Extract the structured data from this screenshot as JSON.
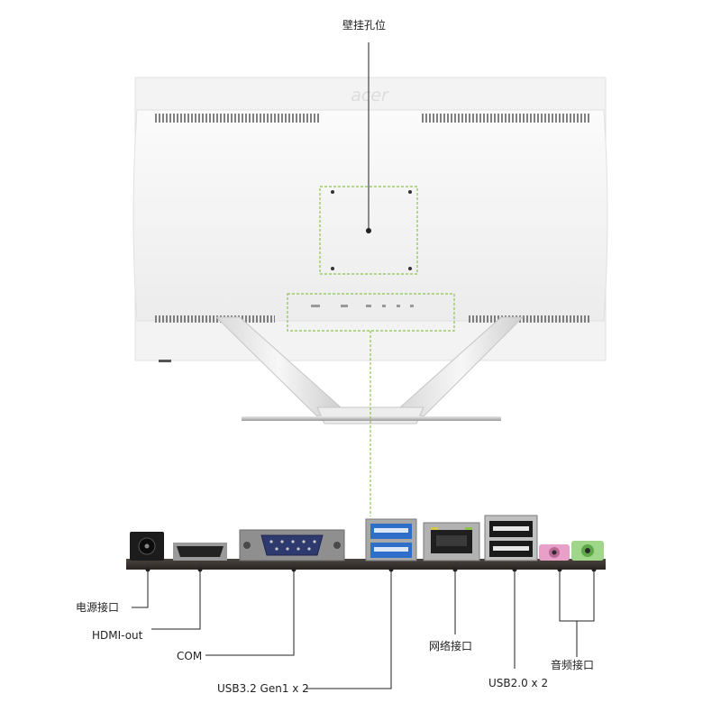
{
  "brand_logo": "acer",
  "callouts": {
    "wall_mount": "壁挂孔位",
    "power": "电源接口",
    "hdmi": "HDMI-out",
    "com": "COM",
    "usb32": "USB3.2 Gen1 x 2",
    "lan": "网络接口",
    "usb20": "USB2.0 x 2",
    "audio": "音频接口"
  },
  "colors": {
    "accent_green": "#8bc34a",
    "leader_line": "#222222",
    "monitor_white": "#f4f4f4",
    "board_dark": "#3a3530",
    "usb3_blue": "#2f6fc9",
    "audio_pink": "#e9a0c8",
    "audio_green": "#9fd68a"
  }
}
